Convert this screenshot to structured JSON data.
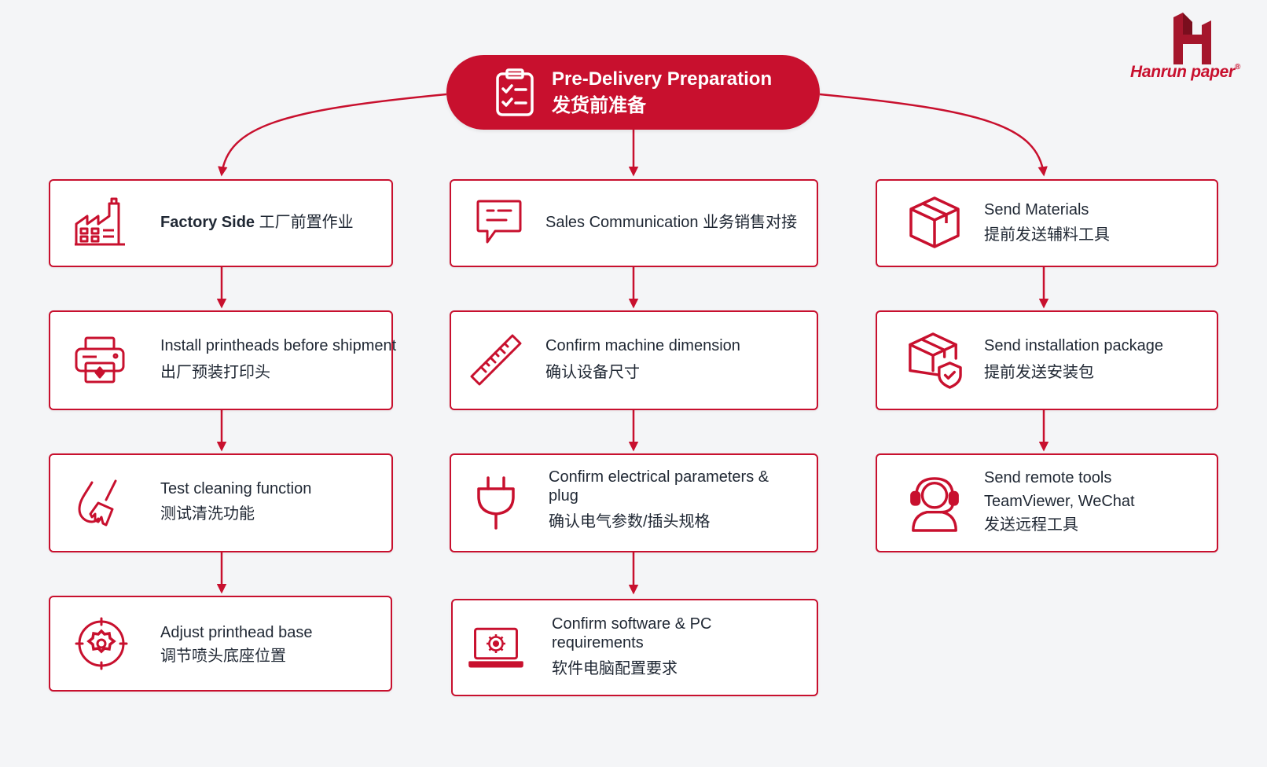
{
  "header": {
    "title": "Pre-Delivery Preparation",
    "subtitle": "发货前准备",
    "icon": "clipboard-checklist-icon"
  },
  "logo": {
    "text": "Hanrun paper",
    "reg": "®"
  },
  "colors": {
    "accent": "#c8102e",
    "background": "#f4f5f7",
    "text": "#1f2733"
  },
  "columns": {
    "factory": {
      "section": {
        "title": "Factory Side",
        "title_cn": "工厂前置作业",
        "icon": "factory-icon"
      },
      "steps": [
        {
          "en": "Install printheads before shipment",
          "cn": "出厂预装打印头",
          "icon": "printer-icon"
        },
        {
          "en": "Test cleaning function",
          "cn": "测试清洗功能",
          "icon": "cleaning-brush-icon"
        },
        {
          "en": "Adjust printhead base",
          "cn": "调节喷头底座位置",
          "icon": "gear-target-icon"
        }
      ]
    },
    "sales": {
      "section": {
        "title": "Sales Communication",
        "title_cn": "业务销售对接",
        "icon": "chat-bubble-icon"
      },
      "steps": [
        {
          "en": "Confirm machine dimension",
          "cn": "确认设备尺寸",
          "icon": "ruler-icon"
        },
        {
          "en": "Confirm electrical parameters & plug",
          "cn": "确认电气参数/插头规格",
          "icon": "power-plug-icon"
        },
        {
          "en": "Confirm software & PC requirements",
          "cn": "软件电脑配置要求",
          "icon": "laptop-settings-icon"
        }
      ]
    },
    "materials": {
      "section": {
        "title": "Send Materials",
        "title_cn": "提前发送辅料工具",
        "icon": "box-icon"
      },
      "steps": [
        {
          "en": "Send installation package",
          "cn": "提前发送安装包",
          "icon": "package-shield-icon"
        },
        {
          "en": "Send remote tools",
          "en2": "TeamViewer, WeChat",
          "cn": "发送远程工具",
          "icon": "headset-support-icon"
        }
      ]
    }
  }
}
